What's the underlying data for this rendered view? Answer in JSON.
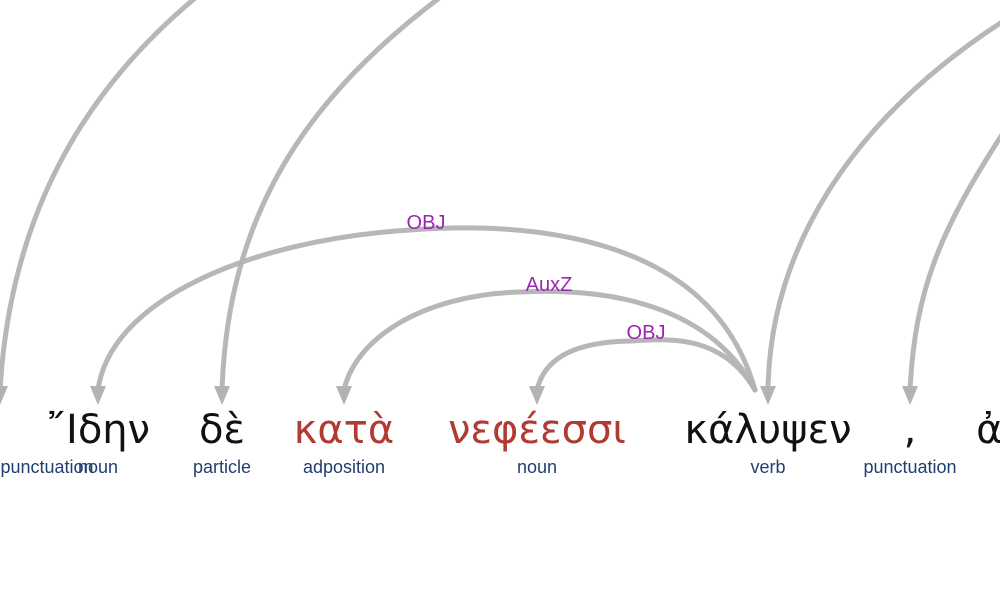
{
  "tokens": [
    {
      "form": "",
      "pos": "punctuation",
      "highlight": false
    },
    {
      "form": "῎Ιδην",
      "pos": "noun",
      "highlight": false
    },
    {
      "form": "δὲ",
      "pos": "particle",
      "highlight": false
    },
    {
      "form": "κατὰ",
      "pos": "adposition",
      "highlight": true
    },
    {
      "form": "νεφέεσσι",
      "pos": "noun",
      "highlight": true
    },
    {
      "form": "κάλυψεν",
      "pos": "verb",
      "highlight": false
    },
    {
      "form": ",",
      "pos": "punctuation",
      "highlight": false
    },
    {
      "form": "ἀσ",
      "pos": "",
      "highlight": false
    }
  ],
  "relations": [
    {
      "label": "OBJ",
      "head": 5,
      "dependent": 1
    },
    {
      "label": "AuxZ",
      "head": 5,
      "dependent": 3
    },
    {
      "label": "OBJ",
      "head": 5,
      "dependent": 4
    }
  ],
  "colors": {
    "arc": "#b3b3b3",
    "relation_label": "#9b27b0",
    "word": "#111111",
    "word_highlight": "#b13a32",
    "pos_label": "#1f3f6e"
  }
}
